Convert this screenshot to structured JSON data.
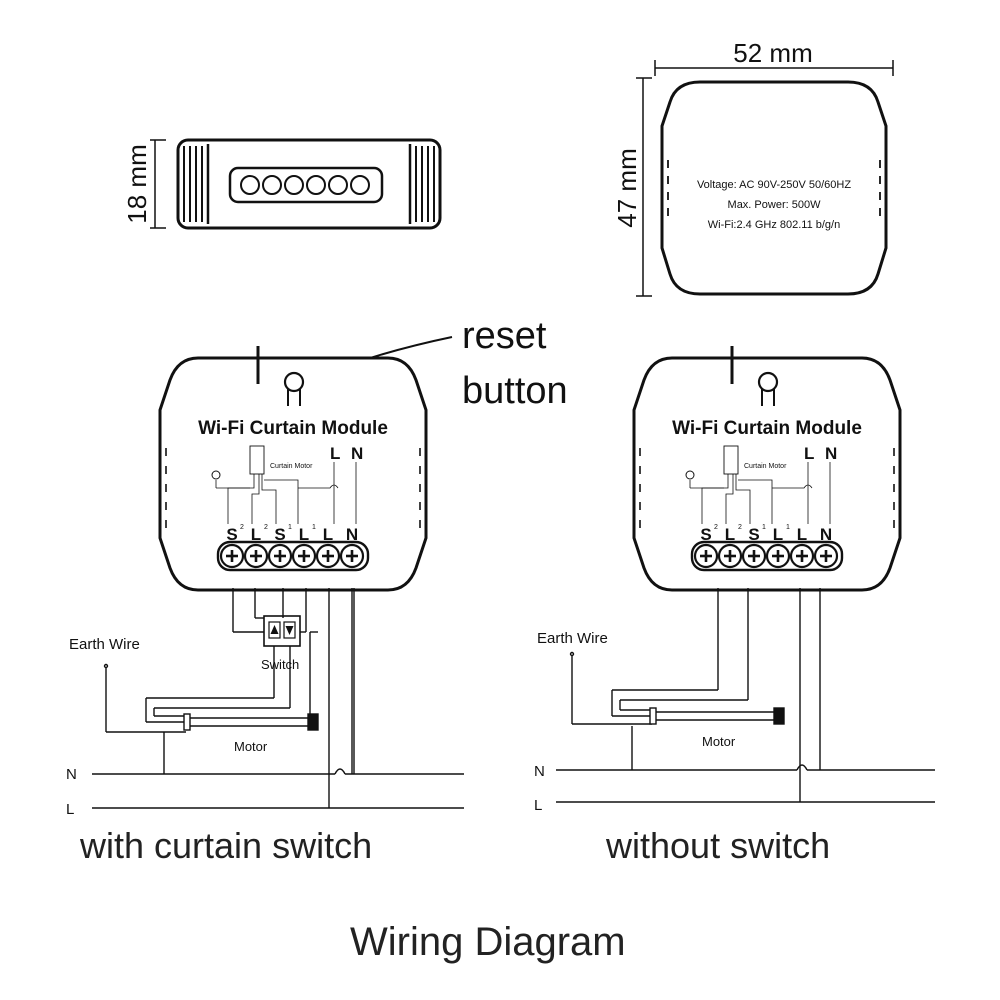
{
  "dimensions": {
    "width": "52 mm",
    "height": "47 mm",
    "depth": "18 mm"
  },
  "spec_label": {
    "line1": "Voltage: AC 90V-250V   50/60HZ",
    "line2": "Max. Power: 500W",
    "line3": "Wi-Fi:2.4 GHz    802.11 b/g/n"
  },
  "reset_label": {
    "line1": "reset",
    "line2": "button"
  },
  "module": {
    "title": "Wi-Fi Curtain Module",
    "curtain_motor": "Curtain Motor",
    "L": "L",
    "N": "N",
    "terminals": [
      "S",
      "L",
      "S",
      "L",
      "L",
      "N"
    ],
    "sup": [
      "2",
      "2",
      "1",
      "1",
      "",
      ""
    ]
  },
  "left_diagram": {
    "earth_wire": "Earth Wire",
    "switch": "Switch",
    "motor": "Motor",
    "N": "N",
    "L": "L",
    "caption": "with curtain switch"
  },
  "right_diagram": {
    "earth_wire": "Earth Wire",
    "motor": "Motor",
    "N": "N",
    "L": "L",
    "caption": "without switch"
  },
  "title": "Wiring Diagram"
}
